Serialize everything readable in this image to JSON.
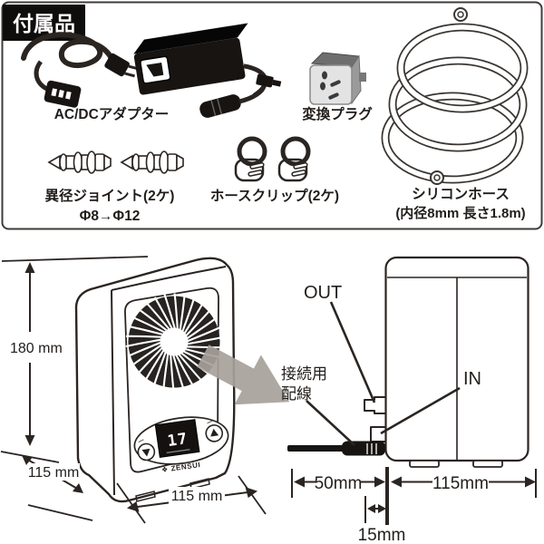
{
  "accessories": {
    "section_label": "付属品",
    "adapter": {
      "label": "AC/DCアダプター"
    },
    "plug": {
      "label": "変換プラグ"
    },
    "hose": {
      "label1": "シリコンホース",
      "label2": "(内径8mm 長さ1.8m)"
    },
    "joint": {
      "label1": "異径ジョイント(2ケ)",
      "label2": "Φ8→Φ12"
    },
    "clip": {
      "label": "ホースクリップ(2ケ)"
    }
  },
  "front_view": {
    "height_label": "180 mm",
    "depth_label": "115 mm",
    "width_label": "115 mm",
    "display_value": "17",
    "brand": "❖ ZENSUI"
  },
  "side_view": {
    "out_label": "OUT",
    "in_label": "IN",
    "wiring_label_line1": "接続用",
    "wiring_label_line2": "配線",
    "cable_dim_label": "50mm",
    "depth_dim_label": "115mm",
    "offset_dim_label": "15mm"
  },
  "colors": {
    "line": "#2b2522",
    "arrow_gray": "#a7a19a",
    "tab_black": "#0f0d0c"
  }
}
